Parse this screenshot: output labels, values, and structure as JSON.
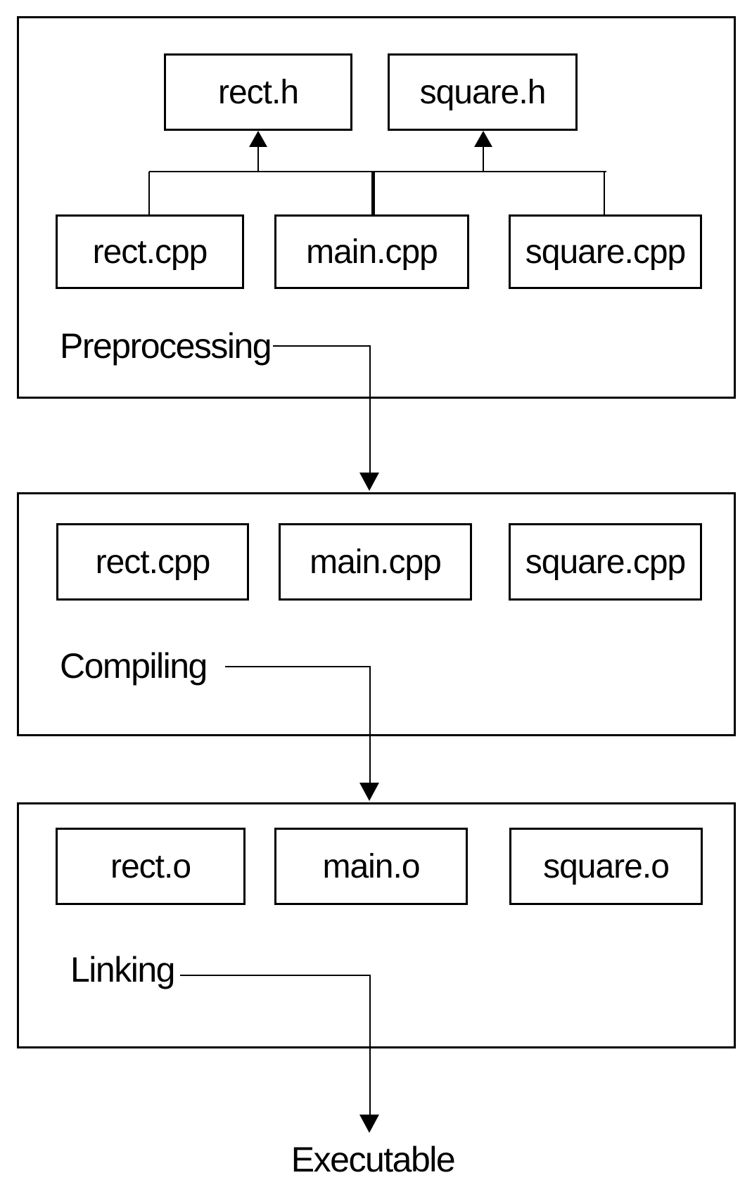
{
  "diagram": {
    "stages": [
      {
        "label": "Preprocessing",
        "header_files": [
          "rect.h",
          "square.h"
        ],
        "source_files": [
          "rect.cpp",
          "main.cpp",
          "square.cpp"
        ]
      },
      {
        "label": "Compiling",
        "source_files": [
          "rect.cpp",
          "main.cpp",
          "square.cpp"
        ]
      },
      {
        "label": "Linking",
        "source_files": [
          "rect.o",
          "main.o",
          "square.o"
        ]
      }
    ],
    "result_label": "Executable",
    "colors": {
      "line": "#000000",
      "text": "#000000",
      "background": "#ffffff"
    }
  }
}
